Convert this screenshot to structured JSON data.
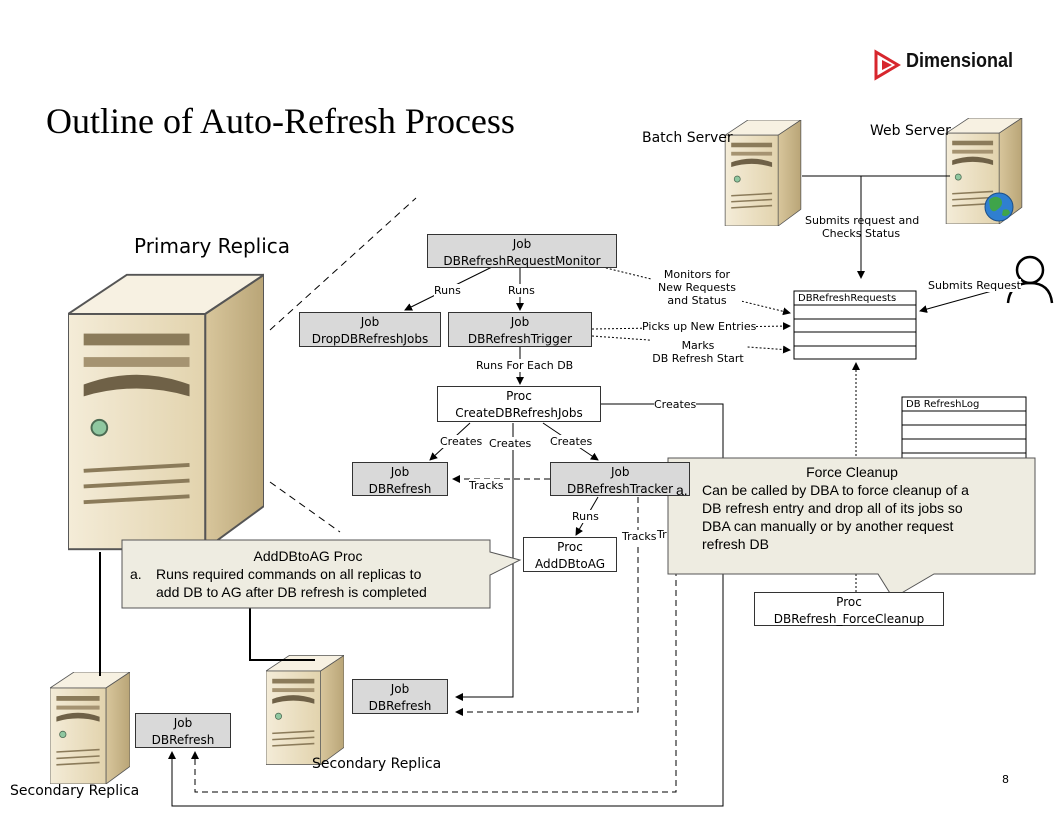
{
  "slide": {
    "title": "Outline of Auto-Refresh Process",
    "page_number": "8",
    "logo_text": "Dimensional"
  },
  "servers": {
    "batch": "Batch Server",
    "web": "Web Server",
    "primary": "Primary Replica",
    "secondary_1": "Secondary Replica",
    "secondary_2": "Secondary Replica"
  },
  "boxes": {
    "monitor": [
      "Job",
      "DBRefreshRequestMonitor"
    ],
    "drop_jobs": [
      "Job",
      "DropDBRefreshJobs"
    ],
    "trigger": [
      "Job",
      "DBRefreshTrigger"
    ],
    "create_proc": [
      "Proc",
      "CreateDBRefreshJobs"
    ],
    "dbrefresh_primary": [
      "Job",
      "DBRefresh"
    ],
    "tracker": [
      "Job",
      "DBRefreshTracker"
    ],
    "addtoag": [
      "Proc",
      "AddDBtoAG"
    ],
    "dbrefresh_sec2": [
      "Job",
      "DBRefresh"
    ],
    "dbrefresh_sec1": [
      "Job",
      "DBRefresh"
    ],
    "force_cleanup": [
      "Proc",
      "DBRefresh_ForceCleanup"
    ]
  },
  "tables": {
    "requests": "DBRefreshRequests",
    "log": "DB RefreshLog"
  },
  "labels": {
    "submits_status_1": "Submits request and",
    "submits_status_2": "Checks Status",
    "submits_request": "Submits Request",
    "monitors_1": "Monitors for",
    "monitors_2": "New Requests",
    "monitors_3": "and Status",
    "picks_up": "Picks up New Entries",
    "marks_1": "Marks",
    "marks_2": "DB Refresh Start",
    "runs_a": "Runs",
    "runs_b": "Runs",
    "runs_each": "Runs For Each DB",
    "creates_a": "Creates",
    "creates_b": "Creates",
    "creates_c": "Creates",
    "creates_d": "Creates",
    "tracks_a": "Tracks",
    "tracks_b": "Tracks",
    "tracks_c": "Tr",
    "runs_c": "Runs"
  },
  "callouts": {
    "addtoag": {
      "title": "AddDBtoAG Proc",
      "item_marker": "a.",
      "item_line_1": "Runs  required  commands on all replicas  to",
      "item_line_2": "add DB to AG after  DB refresh  is completed"
    },
    "cleanup": {
      "title": "Force Cleanup",
      "item_marker": "a.",
      "item_line_1": "Can be called by DBA to force cleanup  of a",
      "item_line_2": "DB refresh entry  and drop all of its jobs so",
      "item_line_3": "DBA can manually  or by another request",
      "item_line_4": "refresh DB"
    }
  },
  "colors": {
    "job_fill": "#d9d9d9",
    "callout_fill": "#eeece1",
    "server_body": "#e8dcc0",
    "server_side": "#cdbb92",
    "logo_red": "#d7262d"
  }
}
